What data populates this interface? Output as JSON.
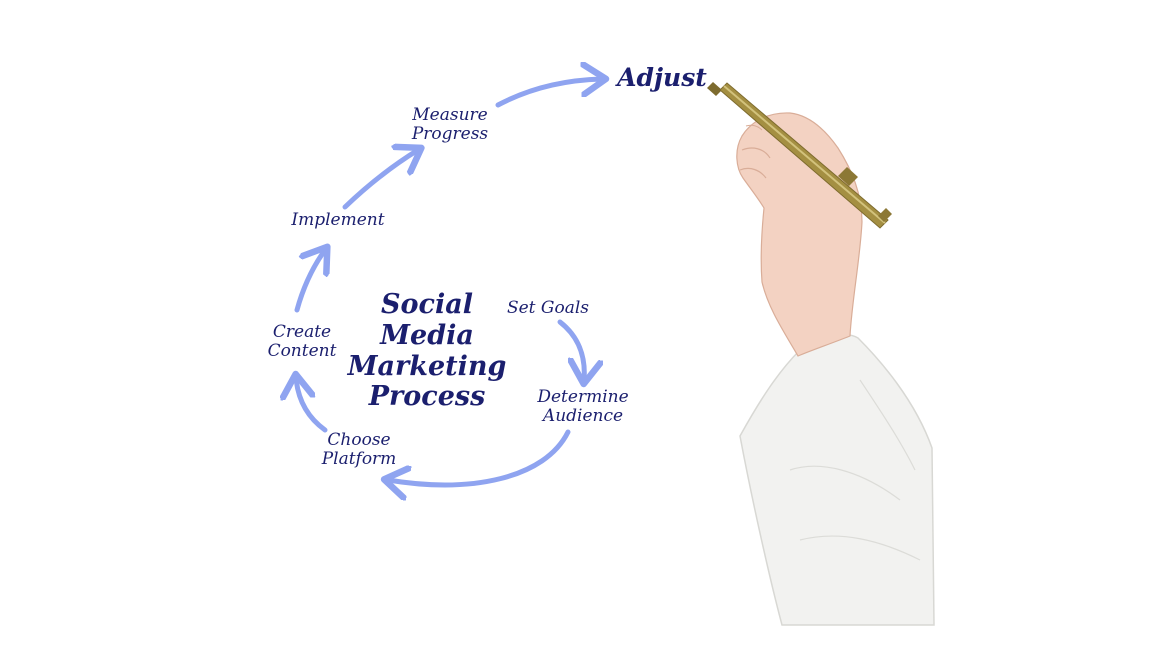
{
  "diagram": {
    "title_lines": [
      "Social",
      "Media",
      "Marketing",
      "Process"
    ],
    "steps": [
      {
        "id": "set-goals",
        "lines": [
          "Set Goals"
        ]
      },
      {
        "id": "determine-audience",
        "lines": [
          "Determine",
          "Audience"
        ]
      },
      {
        "id": "choose-platform",
        "lines": [
          "Choose",
          "Platform"
        ]
      },
      {
        "id": "create-content",
        "lines": [
          "Create",
          "Content"
        ]
      },
      {
        "id": "implement",
        "lines": [
          "Implement"
        ]
      },
      {
        "id": "measure-progress",
        "lines": [
          "Measure",
          "Progress"
        ]
      },
      {
        "id": "adjust",
        "lines": [
          "Adjust"
        ]
      }
    ]
  },
  "colors": {
    "text": "#1b1f6e",
    "arrow": "#8fa4f0",
    "sleeve": "#f2f2f0",
    "skin": "#f3d2c2",
    "pen": "#a48f42"
  }
}
